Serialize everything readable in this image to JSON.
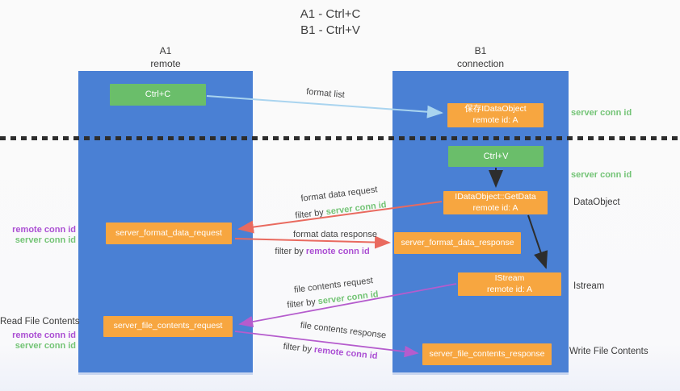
{
  "title": [
    "A1 - Ctrl+C",
    "B1 - Ctrl+V"
  ],
  "lanes": {
    "a1": {
      "name": "A1",
      "role": "remote"
    },
    "b1": {
      "name": "B1",
      "role": "connection"
    }
  },
  "nodes": {
    "ctrl_c": "Ctrl+C",
    "save_dataobject": [
      "保存IDataObject",
      "remote id: A"
    ],
    "ctrl_v": "Ctrl+V",
    "getdata": [
      "IDataObject::GetData",
      "remote id: A"
    ],
    "format_request": "server_format_data_request",
    "format_response": "server_format_data_response",
    "istream": [
      "IStream",
      "remote id: A"
    ],
    "file_request": "server_file_contents_request",
    "file_response": "server_file_contents_response"
  },
  "edge_labels": {
    "format_list": "format list",
    "format_data_request": "format data request",
    "format_data_response": "format data response",
    "file_contents_request": "file contents request",
    "file_contents_response": "file contents response",
    "filter_by": "filter by ",
    "server_conn_id": "server conn id",
    "remote_conn_id": "remote conn id"
  },
  "side_labels": {
    "server_conn_id_top": "server conn id",
    "server_conn_id_middle": "server conn id",
    "dataobject": "DataObject",
    "istream": "Istream",
    "write_file_contents": "Write File Contents",
    "read_file_contents": "Read File Contents",
    "remote_conn_id_format": "remote conn id",
    "server_conn_id_format": "server conn id",
    "remote_conn_id_file": "remote conn id",
    "server_conn_id_file": "server conn id"
  },
  "colors": {
    "lane_blue": "#4a80d4",
    "node_green": "#6abe6a",
    "node_orange": "#f7a640",
    "arrow_red": "#e96a5f",
    "arrow_purple": "#b55ccd",
    "arrow_light_blue": "#a9d4ef",
    "arrow_black": "#2d2d2d",
    "label_green": "#74c476",
    "label_purple": "#ab4fd3"
  }
}
